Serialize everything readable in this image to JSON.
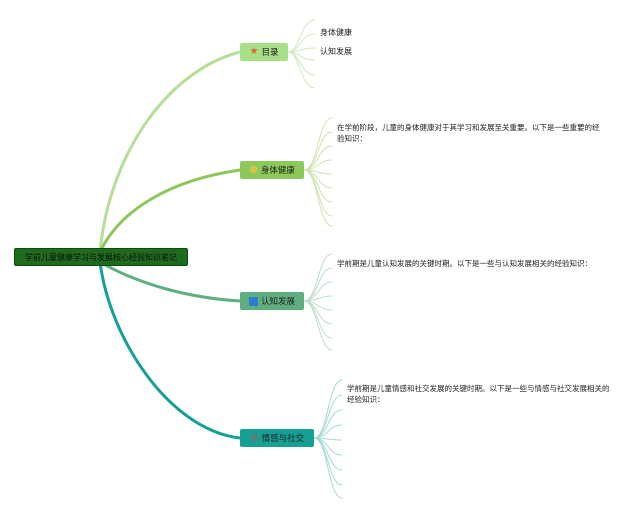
{
  "root": {
    "label": "学前儿童健康学习与发展核心经验知识笔记"
  },
  "branches": [
    {
      "label": "目录",
      "color": "#b5df98",
      "icon": "star-icon"
    },
    {
      "label": "身体健康",
      "color": "#8dc65a",
      "icon": "circle-icon"
    },
    {
      "label": "认知发展",
      "color": "#5faf80",
      "icon": "square-icon"
    },
    {
      "label": "情感与社交",
      "color": "#16a095",
      "icon": "circle-icon"
    }
  ],
  "mulu_items": [
    "身体健康",
    "认知发展"
  ],
  "shenti_text": "在学前阶段，儿童的身体健康对于其学习和发展至关重要。以下是一些重要的经验知识：",
  "renzhi_text": "学前期是儿童认知发展的关键时期。以下是一些与认知发展相关的经验知识：",
  "qinggan_text": "学前期是儿童情感和社交发展的关键时期。以下是一些与情感与社交发展相关的经验知识："
}
